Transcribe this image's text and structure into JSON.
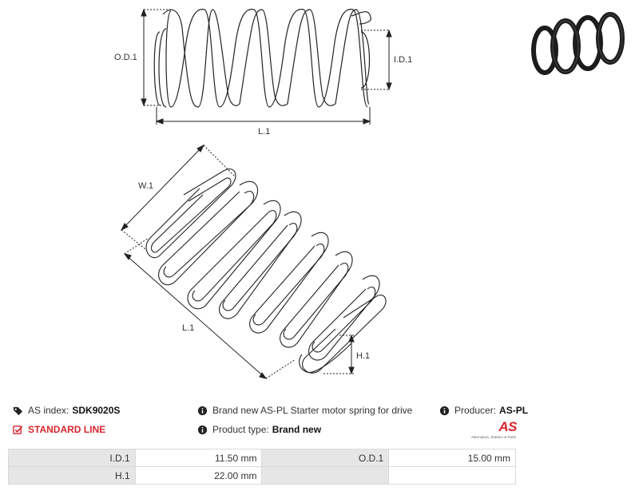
{
  "drawing": {
    "label_od": "O.D.1",
    "label_id": "I.D.1",
    "label_l_top": "L.1",
    "label_w": "W.1",
    "label_l_bottom": "L.1",
    "label_h": "H.1"
  },
  "photo": {
    "icon": "spring-photo"
  },
  "info": {
    "as_index_label": "AS index:",
    "as_index_value": "SDK9020S",
    "standard_line": "STANDARD LINE",
    "description": "Brand new AS-PL Starter motor spring for drive",
    "product_type_label": "Product type:",
    "product_type_value": "Brand new",
    "producer_label": "Producer:",
    "producer_value": "AS-PL"
  },
  "logo": {
    "mark": "AS",
    "tagline": "Alternators, Starters & Parts"
  },
  "specs": {
    "rows": [
      [
        "I.D.1",
        "11.50 mm",
        "O.D.1",
        "15.00 mm"
      ],
      [
        "H.1",
        "22.00 mm",
        "",
        ""
      ]
    ]
  }
}
